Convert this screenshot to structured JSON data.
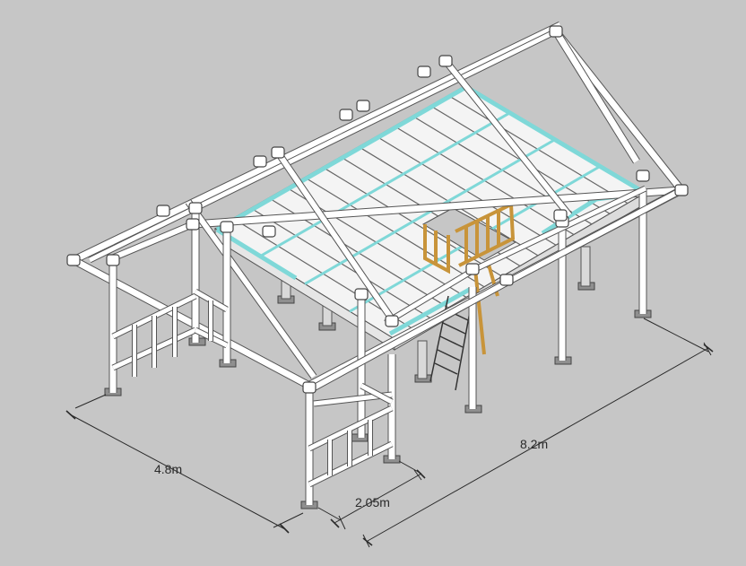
{
  "drawing": {
    "colors": {
      "background": "#c6c6c6",
      "tube": "#ffffff",
      "tube_outline": "#555555",
      "joist_accent": "#7fd8d8",
      "timber": "#c8943a",
      "timber_dark": "#7a5418",
      "steel": "#8a8a8a",
      "dimension_line": "#2a2a2a"
    },
    "dimensions": {
      "width": "4.8m",
      "length": "8.2m",
      "bay": "2.05m"
    }
  }
}
